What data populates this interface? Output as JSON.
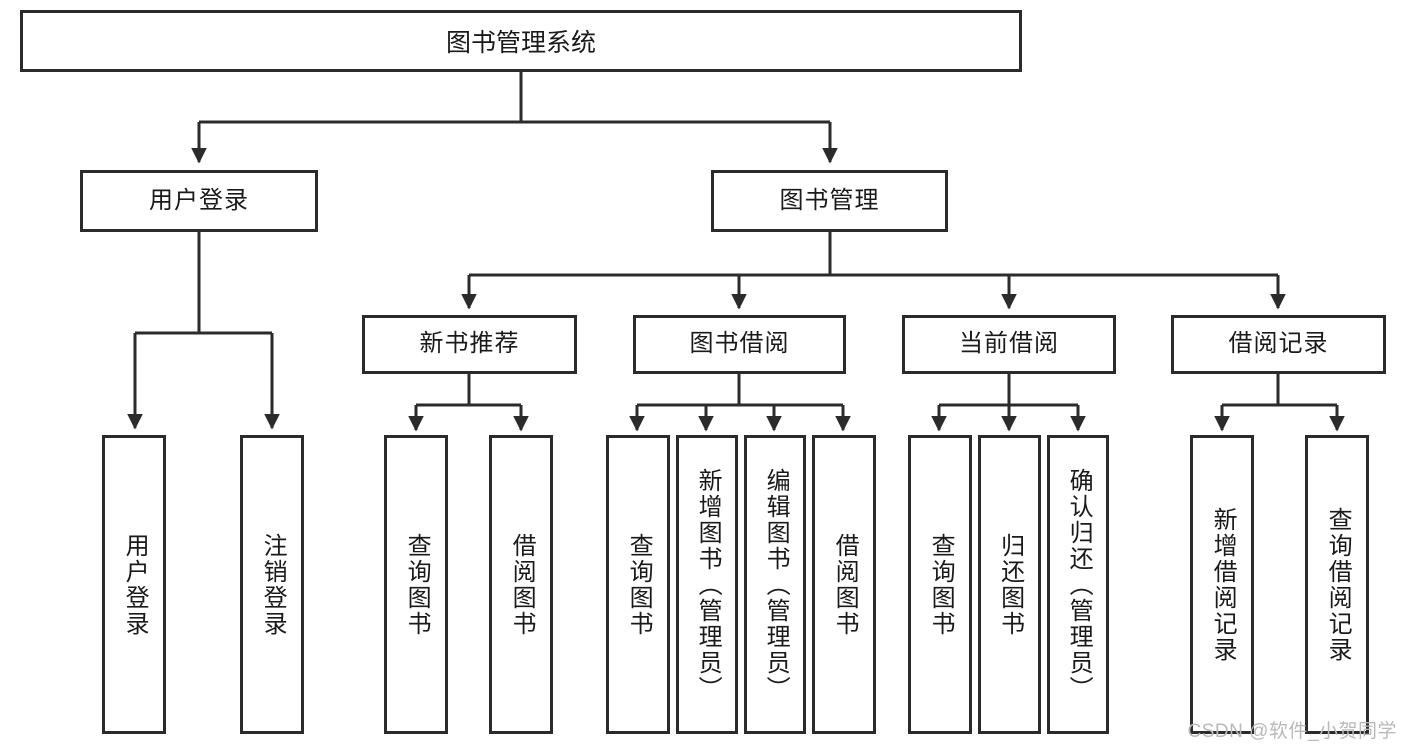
{
  "diagram": {
    "type": "tree-hierarchy-diagram",
    "root": {
      "label": "图书管理系统"
    },
    "level1": [
      {
        "label": "用户登录"
      },
      {
        "label": "图书管理"
      }
    ],
    "level2": [
      {
        "label": "新书推荐"
      },
      {
        "label": "图书借阅"
      },
      {
        "label": "当前借阅"
      },
      {
        "label": "借阅记录"
      }
    ],
    "leaves": {
      "user_login": [
        {
          "label": "用户登录"
        },
        {
          "label": "注销登录"
        }
      ],
      "new_book_recommend": [
        {
          "label": "查询图书"
        },
        {
          "label": "借阅图书"
        }
      ],
      "book_borrow": [
        {
          "label": "查询图书"
        },
        {
          "label": "新增图书（管理员）"
        },
        {
          "label": "编辑图书（管理员）"
        },
        {
          "label": "借阅图书"
        }
      ],
      "current_borrow": [
        {
          "label": "查询图书"
        },
        {
          "label": "归还图书"
        },
        {
          "label": "确认归还（管理员）"
        }
      ],
      "borrow_record": [
        {
          "label": "新增借阅记录"
        },
        {
          "label": "查询借阅记录"
        }
      ]
    }
  },
  "watermark": {
    "text": "CSDN @软件_小贺同学"
  },
  "colors": {
    "stroke": "#2b2b2b",
    "background": "#ffffff",
    "text": "#1a1a1a",
    "watermark": "#b9b9b9"
  }
}
